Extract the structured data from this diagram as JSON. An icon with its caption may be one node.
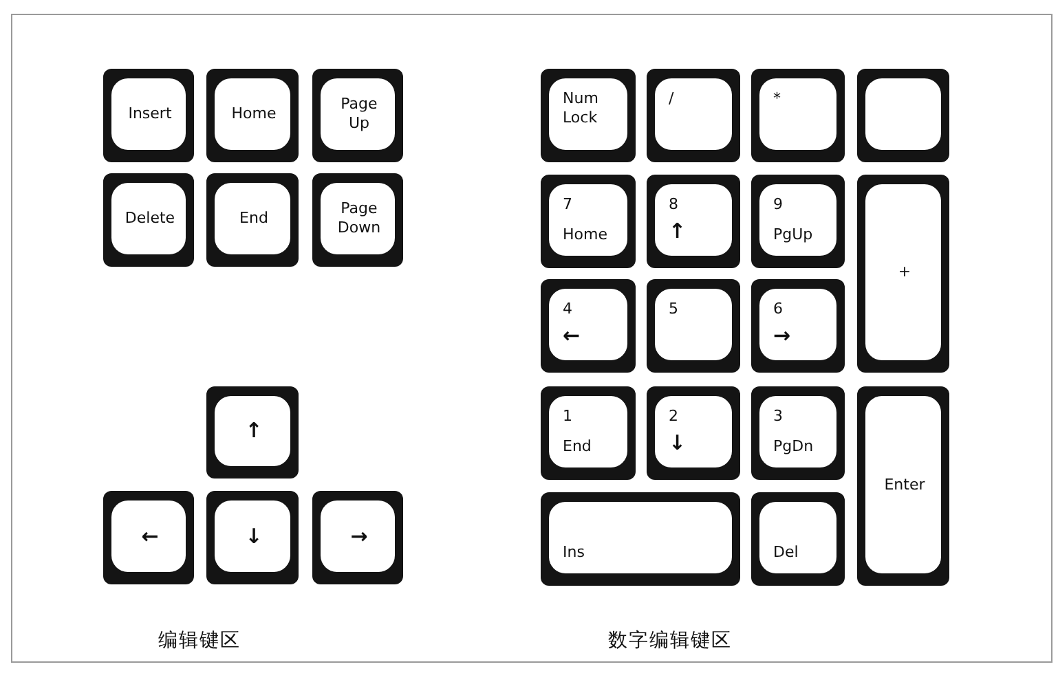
{
  "diagram": {
    "nodes": [
      {
        "text": [
          "Insert"
        ]
      },
      {
        "text": [
          "Home"
        ]
      },
      {
        "text": [
          "Page Up"
        ]
      },
      {
        "text": [
          "Delete"
        ]
      },
      {
        "text": [
          "End"
        ]
      },
      {
        "text": [
          "Page Down"
        ]
      },
      {
        "text": [
          "↑"
        ]
      },
      {
        "text": [
          "←"
        ]
      },
      {
        "text": [
          "↓"
        ]
      },
      {
        "text": [
          "→"
        ]
      },
      {
        "text": [
          "Num Lock"
        ]
      },
      {
        "text": [
          "/"
        ]
      },
      {
        "text": [
          "*"
        ]
      },
      {
        "text": [],
        "shape": "box"
      },
      {
        "text": [
          "7",
          "Home"
        ]
      },
      {
        "text": [
          "8",
          "↑"
        ]
      },
      {
        "text": [
          "9",
          "PgUp"
        ]
      },
      {
        "text": [
          "+"
        ]
      },
      {
        "text": [
          "4",
          "←"
        ]
      },
      {
        "text": [
          "5"
        ]
      },
      {
        "text": [
          "6",
          "→"
        ]
      },
      {
        "text": [
          "1",
          "End"
        ]
      },
      {
        "text": [
          "2",
          "↓"
        ]
      },
      {
        "text": [
          "3",
          "PgDn"
        ]
      },
      {
        "text": [
          "Enter"
        ]
      },
      {
        "text": [
          "Ins"
        ]
      },
      {
        "text": [
          "Del"
        ]
      }
    ],
    "labels": [
      "编辑键区",
      "数字编辑键区"
    ]
  }
}
